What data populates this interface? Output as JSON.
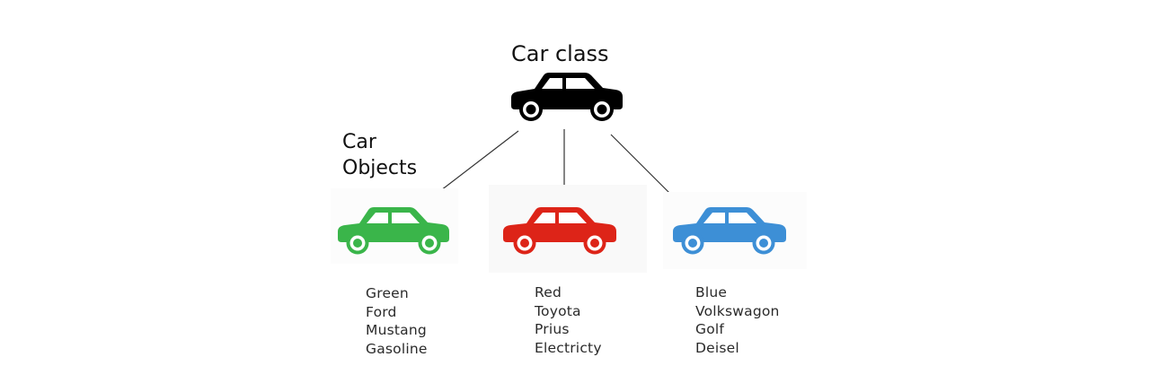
{
  "title": "Car class",
  "objects_label": [
    "Car",
    "Objects"
  ],
  "colors": {
    "class_car": "#000000",
    "green_car": "#3ab54a",
    "red_car": "#dd2418",
    "blue_car": "#3d8fd6",
    "connector": "#333333"
  },
  "objects": [
    {
      "color": "green",
      "attributes": [
        "Green",
        "Ford",
        "Mustang",
        "Gasoline"
      ]
    },
    {
      "color": "red",
      "attributes": [
        "Red",
        "Toyota",
        "Prius",
        "Electricty"
      ]
    },
    {
      "color": "blue",
      "attributes": [
        "Blue",
        "Volkswagon",
        "Golf",
        "Deisel"
      ]
    }
  ]
}
